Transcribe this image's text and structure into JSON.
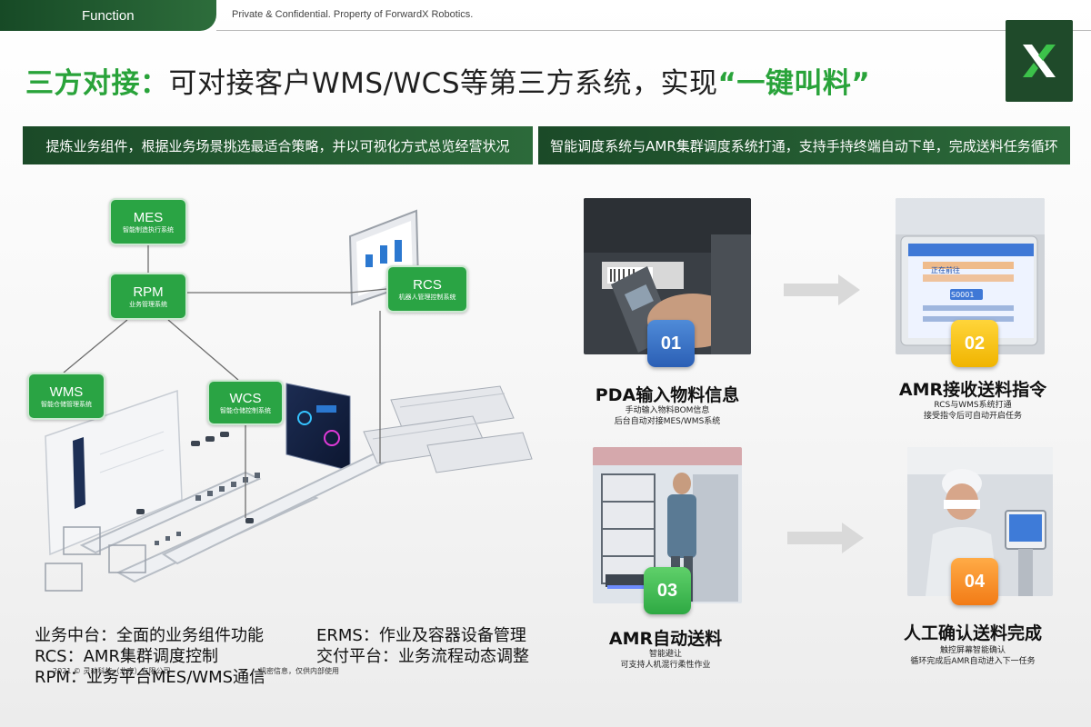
{
  "header": {
    "tab_label": "Function",
    "confidential": "Private & Confidential. Property of ForwardX Robotics."
  },
  "logo": {
    "icon": "forwardx-x-logo",
    "bg_color": "#1f4a2a"
  },
  "title": {
    "prefix": "三方对接：",
    "main": "可对接客户WMS/WCS等第三方系统，实现",
    "highlight": "“一键叫料”"
  },
  "sections": {
    "left_header": "提炼业务组件，根据业务场景挑选最适合策略，并以可视化方式总览经营状况",
    "right_header": "智能调度系统与AMR集群调度系统打通，支持手持终端自动下单，完成送料任务循环"
  },
  "diagram": {
    "nodes": {
      "mes": {
        "name": "MES",
        "desc": "智能制造执行系统"
      },
      "rpm": {
        "name": "RPM",
        "desc": "业务管理系统"
      },
      "rcs": {
        "name": "RCS",
        "desc": "机器人管理控制系统"
      },
      "wms": {
        "name": "WMS",
        "desc": "智能仓储管理系统"
      },
      "wcs": {
        "name": "WCS",
        "desc": "智能仓储控制系统"
      }
    },
    "node_color": "#2aa444"
  },
  "notes": {
    "left": [
      "业务中台：全面的业务组件功能",
      "RCS：AMR集群调度控制",
      "RPM：业务平台MES/WMS通信"
    ],
    "right": [
      "ERMS：作业及容器设备管理",
      "交付平台：业务流程动态调整"
    ],
    "copyright": "2021 © 灵动科技（北京）有限公司",
    "confidential_cn": "机密信息，仅供内部使用"
  },
  "steps": [
    {
      "number": "01",
      "title": "PDA输入物料信息",
      "desc": [
        "手动输入物料BOM信息",
        "后台自动对接MES/WMS系统"
      ],
      "badge_color": "#2b5fb5"
    },
    {
      "number": "02",
      "title": "AMR接收送料指令",
      "desc": [
        "RCS与WMS系统打通",
        "接受指令后可自动开启任务"
      ],
      "badge_color": "#f0b400"
    },
    {
      "number": "03",
      "title": "AMR自动送料",
      "desc": [
        "智能避让",
        "可支持人机混行柔性作业"
      ],
      "badge_color": "#2ea943"
    },
    {
      "number": "04",
      "title": "人工确认送料完成",
      "desc": [
        "触控屏幕智能确认",
        "循环完成后AMR自动进入下一任务"
      ],
      "badge_color": "#f27b16"
    }
  ],
  "photo2_screen": {
    "line1": "正在前往",
    "line2": "S0001"
  },
  "accent_color": "#29a33a"
}
